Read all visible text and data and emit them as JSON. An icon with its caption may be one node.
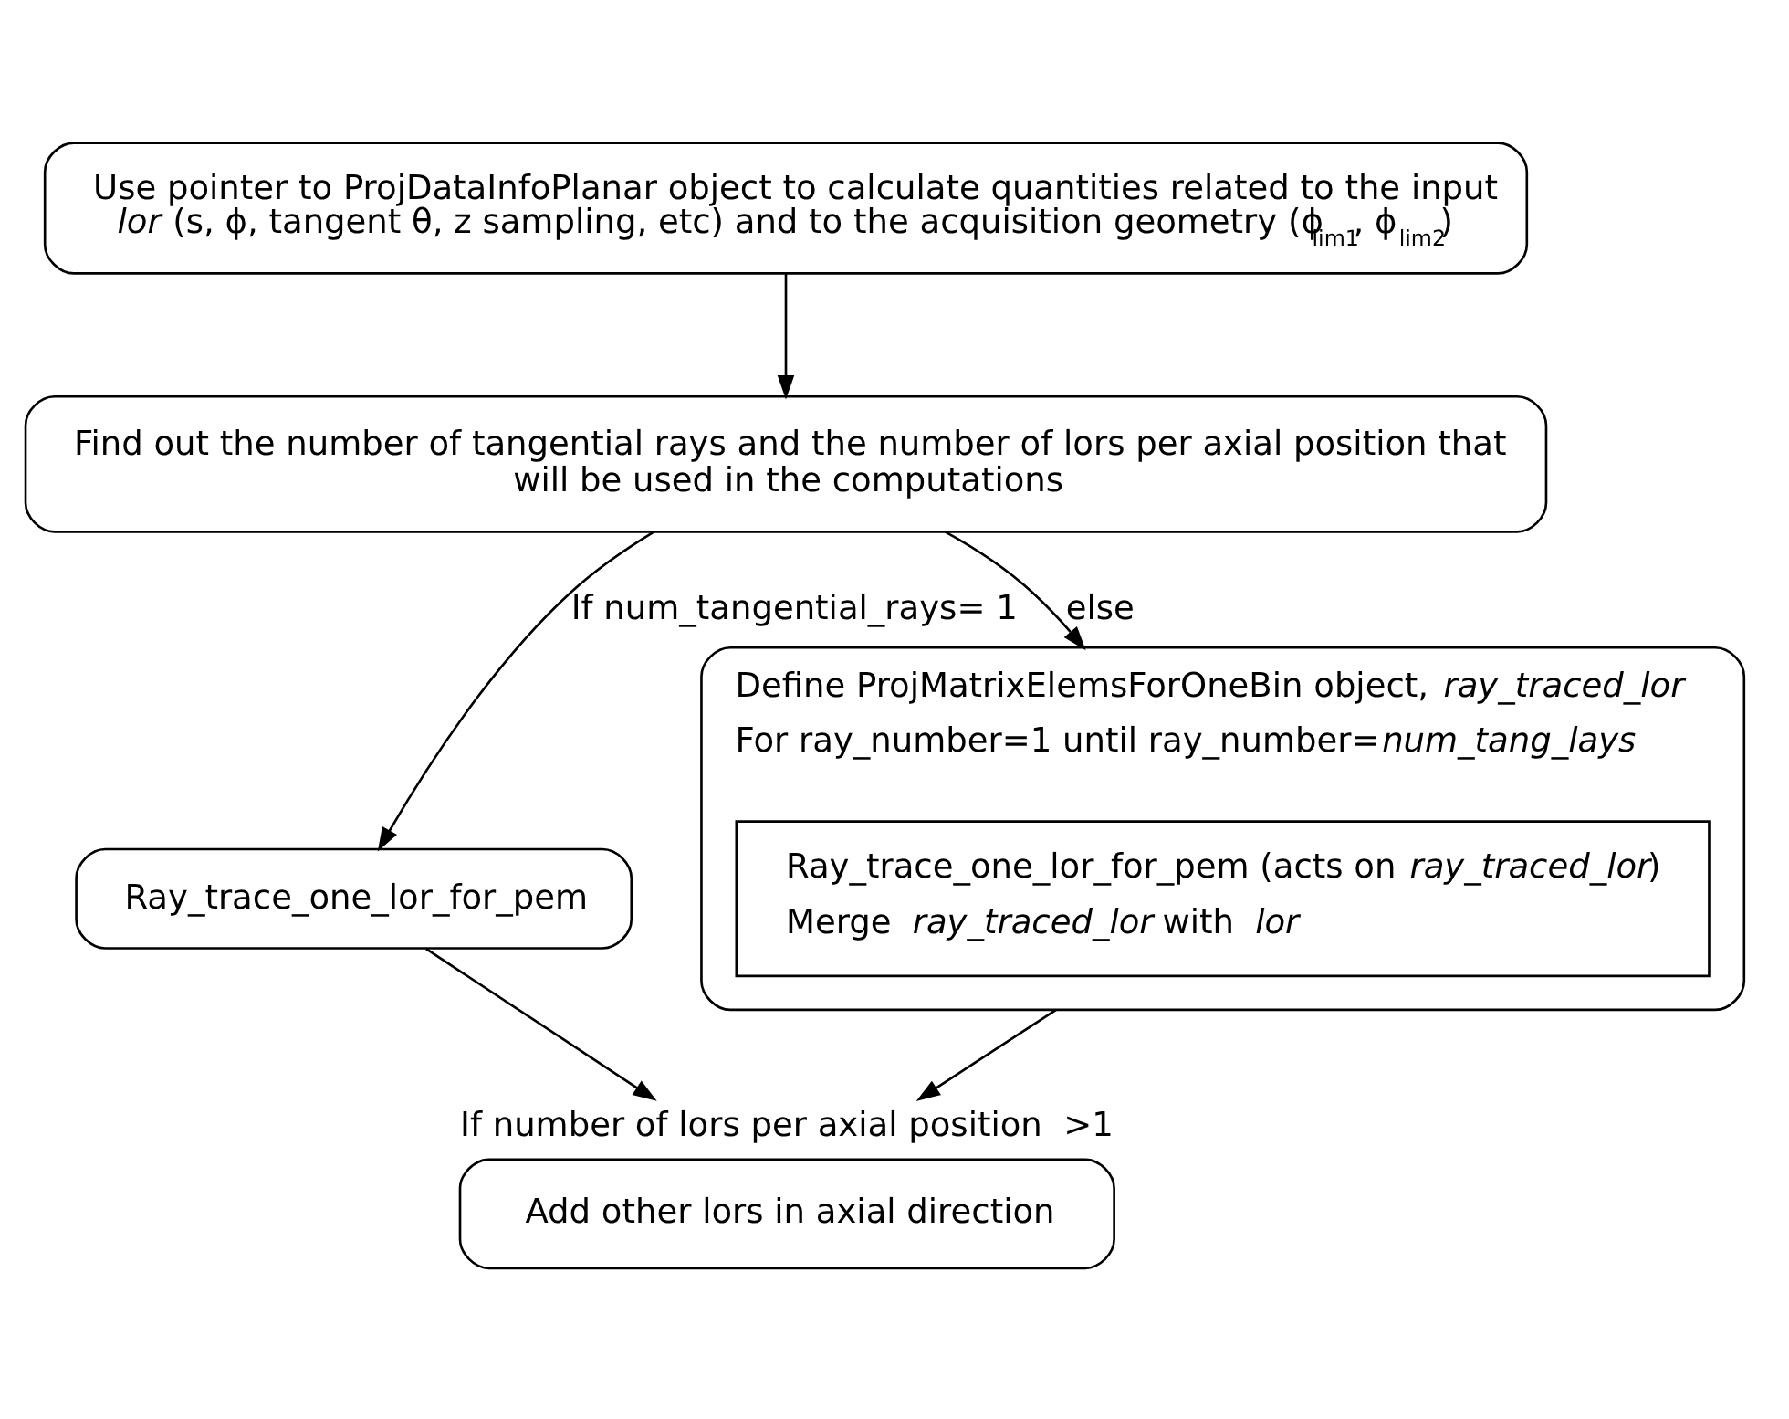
{
  "diagram": {
    "nodes": [
      {
        "text": [
          "Use pointer to ProjDataInfoPlanar object to calculate quantities related to the input *lor* (s, ϕ, tangent θ, z sampling, etc) and to the acquisition geometry (ϕ$_{lim1}$, ϕ$_{lim2}$)"
        ]
      },
      {
        "text": [
          "Find out the number of tangential rays and the number of lors per axial position that will be used in the computations"
        ]
      },
      {
        "text": [
          "Ray_trace_one_lor_for_pem"
        ]
      },
      {
        "text": [
          "Define ProjMatrixElemsForOneBin object, *ray_traced_lor*",
          "For ray_number=1 until ray_number=*num_tang_lays*"
        ]
      },
      {
        "text": [
          "Ray_trace_one_lor_for_pem (acts on *ray_traced_lor*)",
          "Merge *ray_traced_lor* with *lor*"
        ],
        "in": 3
      },
      {
        "text": [
          "Add other lors in axial direction"
        ],
        "beside": [
          "If number of lors per axial position  >1"
        ]
      }
    ],
    "edges": [
      {
        "from": 0,
        "to": 1,
        "arrow": "to"
      },
      {
        "from": 1,
        "to": 2,
        "arrow": "to",
        "label": "If num_tangential_rays= 1"
      },
      {
        "from": 1,
        "to": 3,
        "arrow": "to",
        "label": "else"
      },
      {
        "from": 2,
        "to": 5,
        "arrow": "to"
      },
      {
        "from": 3,
        "to": 5,
        "arrow": "to"
      }
    ]
  }
}
